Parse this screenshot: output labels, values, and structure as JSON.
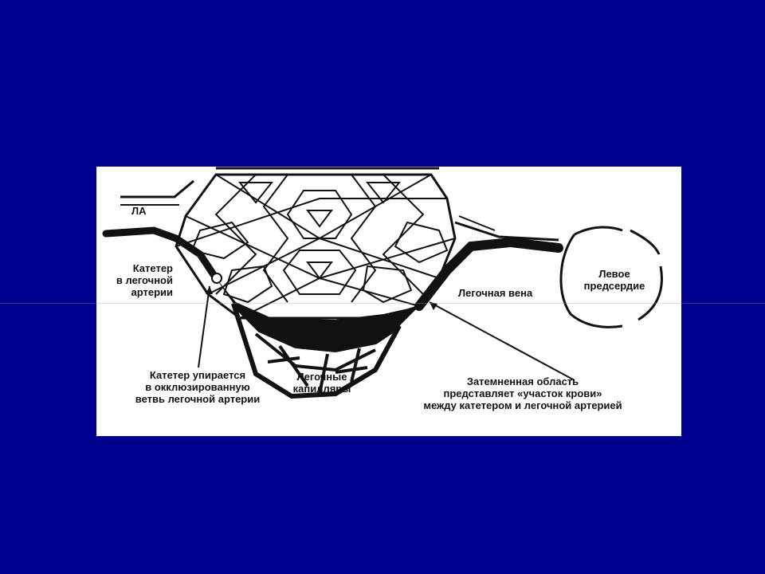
{
  "colors": {
    "background": "#00008e",
    "panel": "#ffffff",
    "ink": "#111111"
  },
  "labels": {
    "la": "ЛА",
    "catheter_pa": [
      "Катетер",
      "в легочной",
      "артерии"
    ],
    "wedged": [
      "Катетер упирается",
      "в окклюзированную",
      "ветвь легочной артерии"
    ],
    "capillaries": [
      "Легочные",
      "капилляры"
    ],
    "shaded_area": [
      "Затемненная область",
      "представляет «участок крови»",
      "между катетером и легочной артерией"
    ],
    "pulmonary_vein": "Легочная вена",
    "left_atrium": [
      "Левое",
      "предсердие"
    ]
  }
}
